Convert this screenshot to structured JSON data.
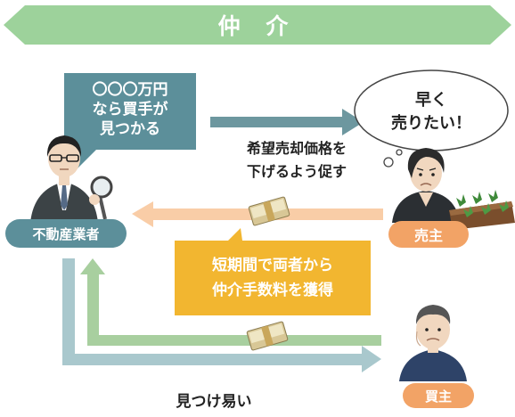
{
  "banner": {
    "title": "仲 介",
    "color": "#9dd29b"
  },
  "speech_box": {
    "lines": [
      "〇〇〇万円",
      "なら買手が",
      "見つかる"
    ],
    "color": "#5c8f9a"
  },
  "thought_bubble": {
    "lines": [
      "早く",
      "売りたい！"
    ]
  },
  "seller_message": {
    "lines": [
      "希望売却価格を",
      "下げるよう促す"
    ]
  },
  "fee_box": {
    "lines": [
      "短期間で両者から",
      "仲介手数料を獲得"
    ],
    "color": "#f2b630"
  },
  "buyer_caption": "見つけ易い",
  "roles": {
    "agent": {
      "label": "不動産業者",
      "color": "#5c8f9a"
    },
    "seller": {
      "label": "売主",
      "color": "#f2a366"
    },
    "buyer": {
      "label": "買主",
      "color": "#f2a366"
    }
  },
  "arrow_colors": {
    "agent_to_seller": "#6d979f",
    "seller_to_agent": "#f9cda7",
    "buyer_to_agent": "#a8cf9f",
    "agent_to_buyer": "#a9c8cd"
  },
  "icons": [
    "agent-person-icon",
    "magnifier-icon",
    "seller-person-icon",
    "field-icon",
    "buyer-person-icon",
    "money-bundle-icon"
  ]
}
